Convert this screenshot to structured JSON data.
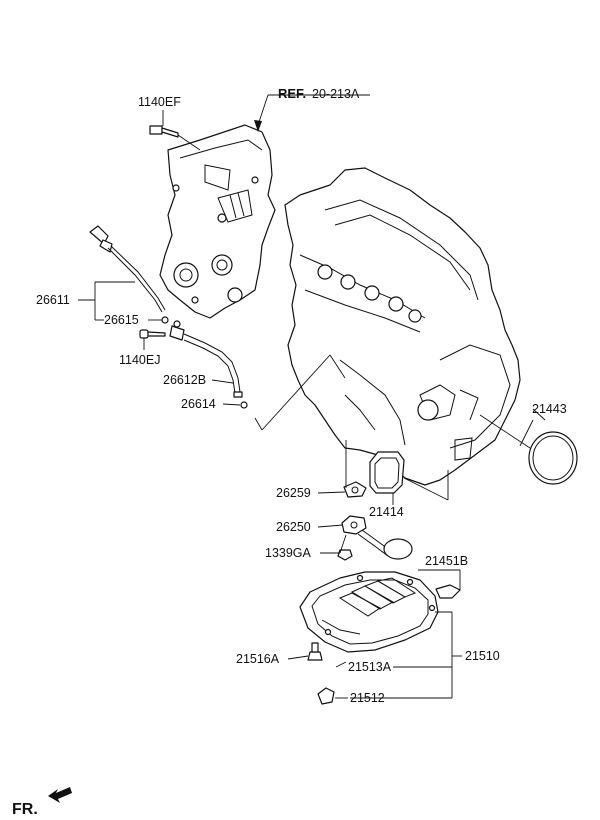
{
  "diagram": {
    "ref_prefix": "REF.",
    "ref_code": "20-213A",
    "direction_label": "FR.",
    "parts": [
      {
        "id": "1140EF"
      },
      {
        "id": "26611"
      },
      {
        "id": "26615"
      },
      {
        "id": "1140EJ"
      },
      {
        "id": "26612B"
      },
      {
        "id": "26614"
      },
      {
        "id": "21443"
      },
      {
        "id": "26259"
      },
      {
        "id": "21414"
      },
      {
        "id": "26250"
      },
      {
        "id": "1339GA"
      },
      {
        "id": "21451B"
      },
      {
        "id": "21510"
      },
      {
        "id": "21516A"
      },
      {
        "id": "21513A"
      },
      {
        "id": "21512"
      }
    ]
  }
}
